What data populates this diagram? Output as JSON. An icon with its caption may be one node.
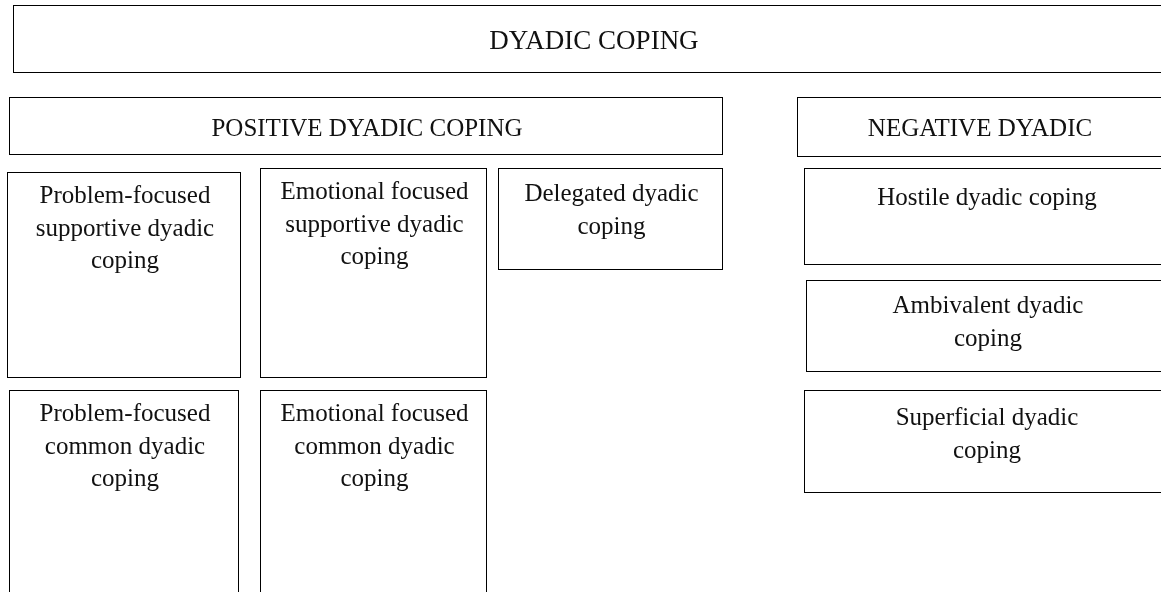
{
  "diagram": {
    "nodes": [
      {
        "text": [
          "DYADIC COPING"
        ]
      },
      {
        "text": [
          "POSITIVE DYADIC COPING"
        ]
      },
      {
        "text": [
          "NEGATIVE DYADIC"
        ]
      },
      {
        "text": [
          "Problem-focused supportive dyadic coping"
        ]
      },
      {
        "text": [
          "Emotional focused supportive dyadic coping"
        ]
      },
      {
        "text": [
          "Delegated dyadic coping"
        ]
      },
      {
        "text": [
          "Hostile dyadic coping"
        ]
      },
      {
        "text": [
          "Ambivalent dyadic coping"
        ]
      },
      {
        "text": [
          "Superficial dyadic coping"
        ]
      },
      {
        "text": [
          "Problem-focused common dyadic coping"
        ]
      },
      {
        "text": [
          "Emotional focused common dyadic coping"
        ]
      }
    ],
    "edges": []
  }
}
